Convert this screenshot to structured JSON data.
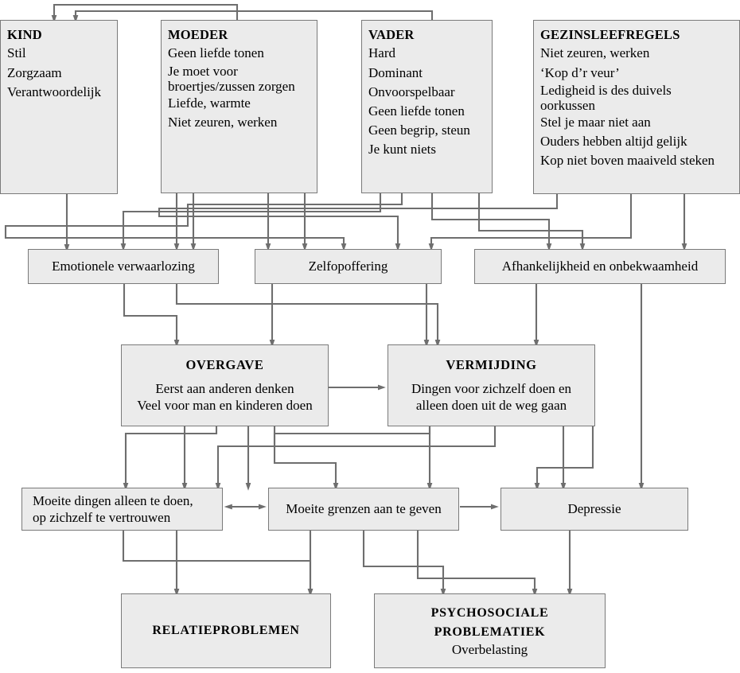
{
  "diagram": {
    "language": "nl",
    "style": {
      "node_fill": "#ebebeb",
      "node_border": "#7a7a7a",
      "connector": "#6e6e6e",
      "text": "#000000",
      "background": "#ffffff"
    },
    "row1": {
      "kind": {
        "title": "KIND",
        "items": [
          "Stil",
          "Zorgzaam",
          "Verantwoordelijk"
        ]
      },
      "moeder": {
        "title": "MOEDER",
        "items": [
          "Geen liefde tonen",
          "Je moet voor",
          "broertjes/zussen zorgen",
          "Liefde, warmte",
          "Niet zeuren, werken"
        ]
      },
      "vader": {
        "title": "VADER",
        "items": [
          "Hard",
          "Dominant",
          "Onvoorspelbaar",
          "Geen liefde tonen",
          "Geen begrip, steun",
          "Je kunt niets"
        ]
      },
      "gezinsleefregels": {
        "title": "GEZINSLEEFREGELS",
        "items": [
          "Niet zeuren, werken",
          "‘Kop d’r veur’",
          "Ledigheid is des duivels",
          "oorkussen",
          "Stel je maar niet aan",
          "Ouders hebben altijd gelijk",
          "Kop niet boven maaiveld steken"
        ]
      }
    },
    "row2": {
      "emotionele_verwaarlozing": "Emotionele verwaarlozing",
      "zelfopoffering": "Zelfopoffering",
      "afhankelijkheid": "Afhankelijkheid en onbekwaamheid"
    },
    "row3": {
      "overgave": {
        "heading": "OVERGAVE",
        "lines": [
          "Eerst aan anderen denken",
          "Veel voor man en kinderen doen"
        ]
      },
      "vermijding": {
        "heading": "VERMIJDING",
        "lines": [
          "Dingen voor zichzelf doen en",
          "alleen doen uit de weg gaan"
        ]
      }
    },
    "row4": {
      "moeite_alleen": {
        "lines": [
          "Moeite dingen alleen te doen,",
          "op zichzelf te vertrouwen"
        ]
      },
      "moeite_grenzen": "Moeite grenzen aan te geven",
      "depressie": "Depressie"
    },
    "row5": {
      "relatieproblemen": {
        "heading": "RELATIEPROBLEMEN"
      },
      "psychosociale": {
        "heading_line1": "PSYCHOSOCIALE",
        "heading_line2": "PROBLEMATIEK",
        "sub": "Overbelasting"
      }
    }
  }
}
